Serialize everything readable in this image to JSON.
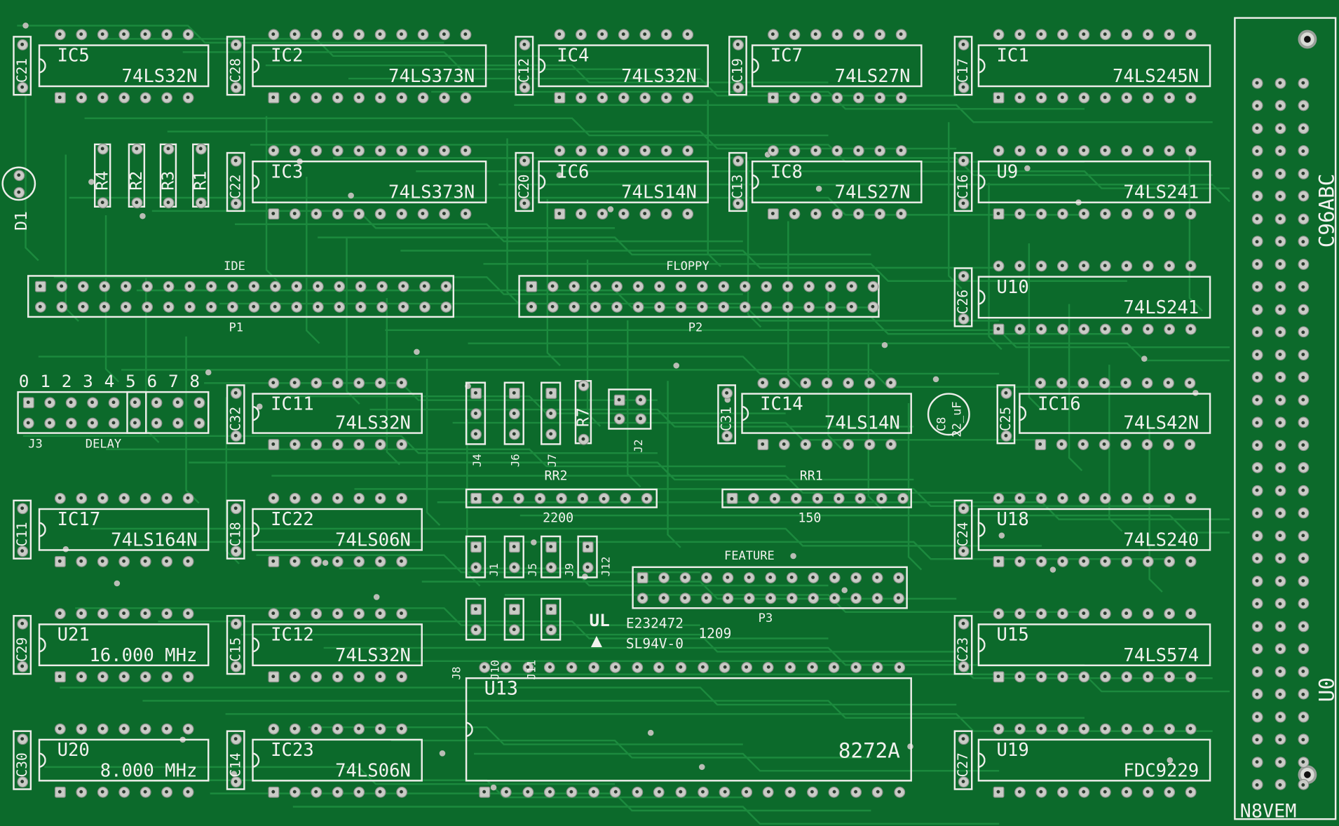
{
  "ics": [
    {
      "ref": "IC5",
      "value": "74LS32N"
    },
    {
      "ref": "IC2",
      "value": "74LS373N"
    },
    {
      "ref": "IC4",
      "value": "74LS32N"
    },
    {
      "ref": "IC7",
      "value": "74LS27N"
    },
    {
      "ref": "IC1",
      "value": "74LS245N"
    },
    {
      "ref": "IC3",
      "value": "74LS373N"
    },
    {
      "ref": "IC6",
      "value": "74LS14N"
    },
    {
      "ref": "IC8",
      "value": "74LS27N"
    },
    {
      "ref": "U9",
      "value": "74LS241"
    },
    {
      "ref": "U10",
      "value": "74LS241"
    },
    {
      "ref": "IC11",
      "value": "74LS32N"
    },
    {
      "ref": "IC14",
      "value": "74LS14N"
    },
    {
      "ref": "IC16",
      "value": "74LS42N"
    },
    {
      "ref": "IC17",
      "value": "74LS164N"
    },
    {
      "ref": "IC22",
      "value": "74LS06N"
    },
    {
      "ref": "U18",
      "value": "74LS240"
    },
    {
      "ref": "U21",
      "value": "16.000_MHz"
    },
    {
      "ref": "IC12",
      "value": "74LS32N"
    },
    {
      "ref": "U15",
      "value": "74LS574"
    },
    {
      "ref": "U20",
      "value": "8.000_MHz"
    },
    {
      "ref": "IC23",
      "value": "74LS06N"
    },
    {
      "ref": "U19",
      "value": "FDC9229"
    },
    {
      "ref": "U13",
      "value": "8272A"
    }
  ],
  "caps": [
    "C21",
    "C28",
    "C12",
    "C19",
    "C17",
    "C22",
    "C20",
    "C13",
    "C16",
    "C26",
    "C32",
    "C31",
    "C25",
    "C11",
    "C18",
    "C24",
    "C29",
    "C15",
    "C23",
    "C30",
    "C14",
    "C27"
  ],
  "resistors": [
    "R4",
    "R2",
    "R3",
    "R1",
    "R7"
  ],
  "diode": "D1",
  "electrolytic": {
    "ref": "C8",
    "value": "22_uF"
  },
  "headers": [
    {
      "label": "IDE",
      "ref": "P1"
    },
    {
      "label": "FLOPPY",
      "ref": "P2"
    },
    {
      "label": "FEATURE",
      "ref": "P3"
    }
  ],
  "j3": {
    "ref": "J3",
    "label": "DELAY",
    "digits": [
      "0",
      "1",
      "2",
      "3",
      "4",
      "5",
      "6",
      "7",
      "8"
    ]
  },
  "jumpers": [
    "J4",
    "J6",
    "J7",
    "J2",
    "J1",
    "J5",
    "J9",
    "J12",
    "J8",
    "J10",
    "J11"
  ],
  "resistor_networks": [
    {
      "ref": "RR2",
      "value": "2200"
    },
    {
      "ref": "RR1",
      "value": "150"
    }
  ],
  "ul_mark": {
    "logo": "UL",
    "code": "E232472",
    "rating": "SL94V-0",
    "date": "1209"
  },
  "connector": {
    "value": "C96ABC",
    "ref": "U0"
  },
  "maker": "N8VEM"
}
